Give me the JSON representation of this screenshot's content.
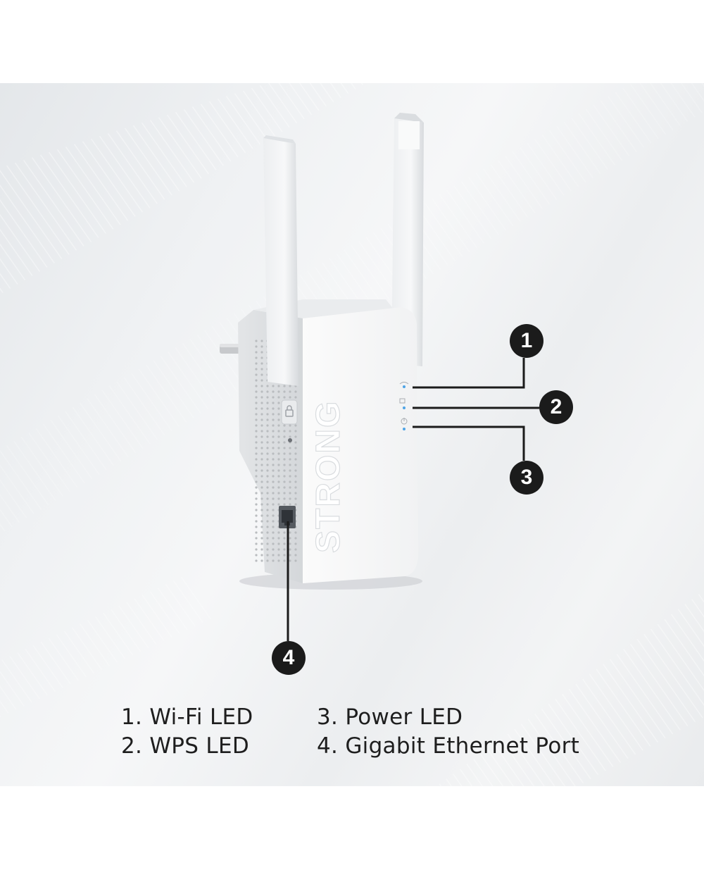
{
  "brand": {
    "device_logo": "STRONG"
  },
  "callouts": [
    {
      "number": "1"
    },
    {
      "number": "2"
    },
    {
      "number": "3"
    },
    {
      "number": "4"
    }
  ],
  "legend": [
    {
      "text": "1. Wi-Fi LED"
    },
    {
      "text": "2. WPS LED"
    },
    {
      "text": "3. Power LED"
    },
    {
      "text": "4. Gigabit Ethernet Port"
    }
  ],
  "colors": {
    "callout_fill": "#1b1b1b",
    "leader_line": "#1b1b1b",
    "device_body": "#f7f7f7",
    "led_blue": "#4da3e6"
  },
  "icons": [
    "wifi-led-icon",
    "wps-lock-icon",
    "power-icon",
    "ethernet-port-icon"
  ]
}
